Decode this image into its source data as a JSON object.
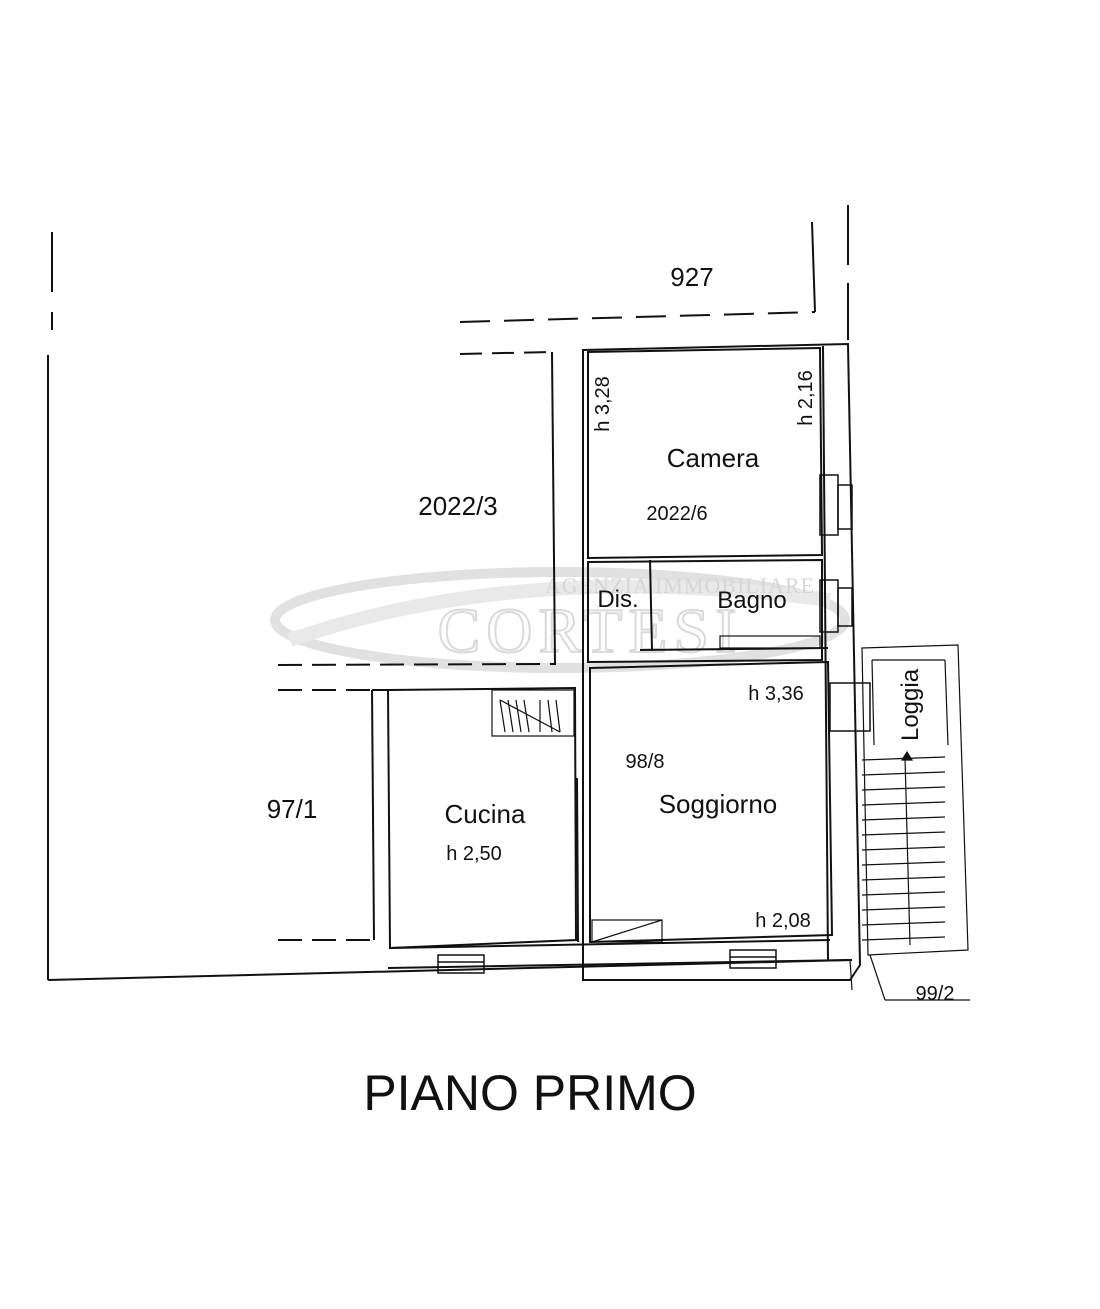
{
  "parcels": {
    "north": "927",
    "west_upper": "2022/3",
    "west_lower": "97/1",
    "south_east": "99/2",
    "camera_ref": "2022/6",
    "main_ref": "98/8"
  },
  "rooms": {
    "camera": "Camera",
    "dis": "Dis.",
    "bagno": "Bagno",
    "cucina": "Cucina",
    "soggiorno": "Soggiorno",
    "loggia": "Loggia"
  },
  "heights": {
    "camera_left": "h 3,28",
    "camera_right": "h 2,16",
    "soggiorno_top": "h 3,36",
    "cucina": "h 2,50",
    "soggiorno_bottom": "h 2,08"
  },
  "watermark": {
    "agency_line": "AGENZIA IMMOBILIARE",
    "brand": "CORTESI"
  },
  "title": "PIANO PRIMO",
  "colors": {
    "line": "#111111",
    "watermark": "#c9c9c9"
  }
}
